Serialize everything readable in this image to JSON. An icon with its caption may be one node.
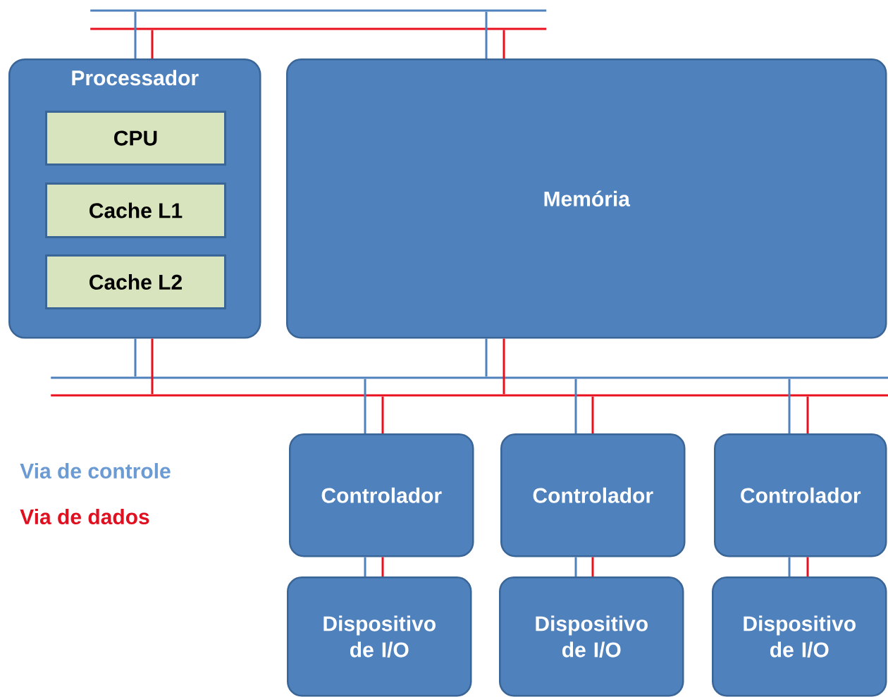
{
  "diagram": {
    "nodes": [
      {
        "text": [],
        "shape": "bar"
      },
      {
        "text": [],
        "shape": "bar"
      },
      {
        "text": [
          "Processador"
        ]
      },
      {
        "text": [
          "CPU"
        ],
        "in": 2
      },
      {
        "text": [
          "Cache L1"
        ],
        "in": 2
      },
      {
        "text": [
          "Cache L2"
        ],
        "in": 2
      },
      {
        "text": [
          "Memória"
        ]
      },
      {
        "text": [],
        "shape": "bar"
      },
      {
        "text": [],
        "shape": "bar"
      },
      {
        "text": [
          "Controlador"
        ]
      },
      {
        "text": [
          "Controlador"
        ]
      },
      {
        "text": [
          "Controlador"
        ]
      },
      {
        "text": [
          "Dispositivo de I/O"
        ]
      },
      {
        "text": [
          "Dispositivo de I/O"
        ]
      },
      {
        "text": [
          "Dispositivo de I/O"
        ]
      }
    ],
    "edges": [
      {
        "from": 2,
        "to": 0,
        "arrow": "none",
        "color": "#4f81bd"
      },
      {
        "from": 2,
        "to": 1,
        "arrow": "none",
        "color": "#e8101c"
      },
      {
        "from": 6,
        "to": 0,
        "arrow": "none",
        "color": "#4f81bd"
      },
      {
        "from": 6,
        "to": 1,
        "arrow": "none",
        "color": "#e8101c"
      },
      {
        "from": 2,
        "to": 7,
        "arrow": "none",
        "color": "#4f81bd"
      },
      {
        "from": 2,
        "to": 8,
        "arrow": "none",
        "color": "#e8101c"
      },
      {
        "from": 6,
        "to": 7,
        "arrow": "none",
        "color": "#4f81bd"
      },
      {
        "from": 6,
        "to": 8,
        "arrow": "none",
        "color": "#e8101c"
      },
      {
        "from": 9,
        "to": 7,
        "arrow": "none",
        "color": "#4f81bd"
      },
      {
        "from": 9,
        "to": 8,
        "arrow": "none",
        "color": "#e8101c"
      },
      {
        "from": 10,
        "to": 7,
        "arrow": "none",
        "color": "#4f81bd"
      },
      {
        "from": 10,
        "to": 8,
        "arrow": "none",
        "color": "#e8101c"
      },
      {
        "from": 11,
        "to": 7,
        "arrow": "none",
        "color": "#4f81bd"
      },
      {
        "from": 11,
        "to": 8,
        "arrow": "none",
        "color": "#e8101c"
      },
      {
        "from": 9,
        "to": 12,
        "arrow": "none",
        "color": "#4f81bd"
      },
      {
        "from": 9,
        "to": 12,
        "arrow": "none",
        "color": "#e8101c"
      },
      {
        "from": 10,
        "to": 13,
        "arrow": "none",
        "color": "#4f81bd"
      },
      {
        "from": 10,
        "to": 13,
        "arrow": "none",
        "color": "#e8101c"
      },
      {
        "from": 11,
        "to": 14,
        "arrow": "none",
        "color": "#4f81bd"
      },
      {
        "from": 11,
        "to": 14,
        "arrow": "none",
        "color": "#e8101c"
      }
    ],
    "legend": [
      {
        "text": "Via de controle",
        "color": "#6b9bd2"
      },
      {
        "text": "Via de dados",
        "color": "#e01020"
      }
    ]
  }
}
